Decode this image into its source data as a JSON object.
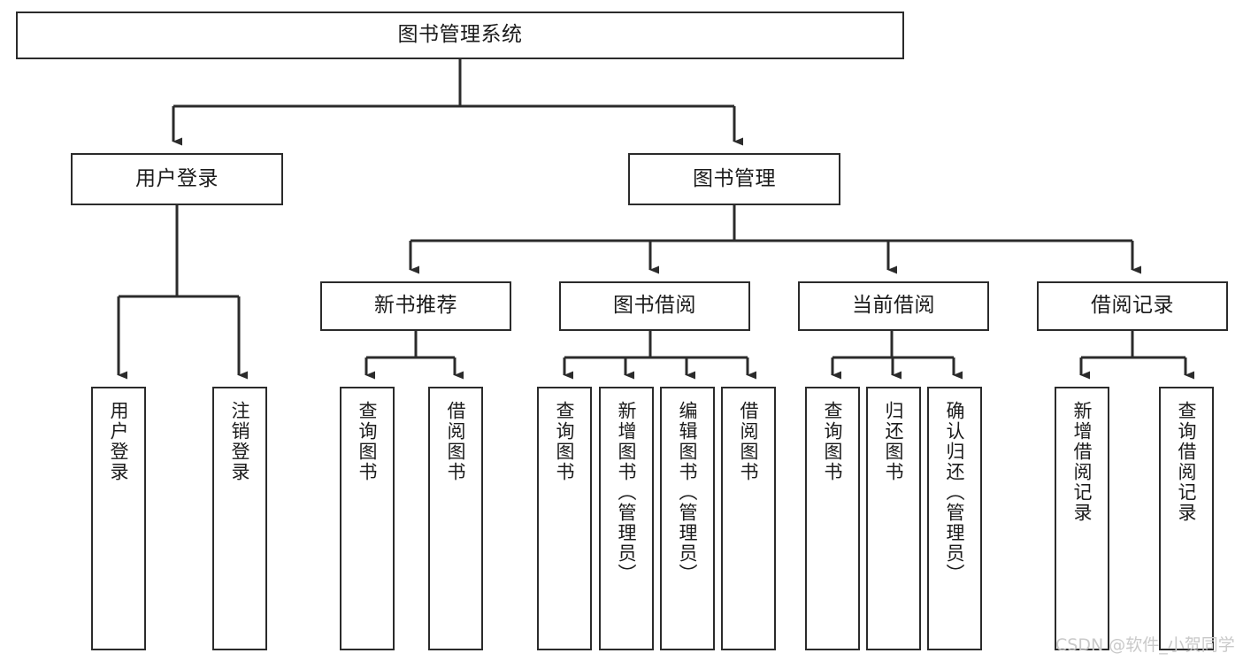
{
  "diagram": {
    "title": "图书管理系统",
    "root": {
      "id": "root",
      "label": "图书管理系统"
    },
    "level2": [
      {
        "id": "user-login",
        "label": "用户登录"
      },
      {
        "id": "book-manage",
        "label": "图书管理"
      }
    ],
    "level3": [
      {
        "id": "new-book-recommend",
        "label": "新书推荐"
      },
      {
        "id": "book-borrow",
        "label": "图书借阅"
      },
      {
        "id": "current-borrow",
        "label": "当前借阅"
      },
      {
        "id": "borrow-record",
        "label": "借阅记录"
      }
    ],
    "leaves": {
      "user_login": [
        {
          "id": "leaf-user-login",
          "label": "用户登录"
        },
        {
          "id": "leaf-logout-login",
          "label": "注销登录"
        }
      ],
      "new_book_recommend": [
        {
          "id": "leaf-query-book-1",
          "label": "查询图书"
        },
        {
          "id": "leaf-borrow-book-1",
          "label": "借阅图书"
        }
      ],
      "book_borrow": [
        {
          "id": "leaf-query-book-2",
          "label": "查询图书"
        },
        {
          "id": "leaf-add-book",
          "label": "新增图书（管理员）"
        },
        {
          "id": "leaf-edit-book",
          "label": "编辑图书（管理员）"
        },
        {
          "id": "leaf-borrow-book-2",
          "label": "借阅图书"
        }
      ],
      "current_borrow": [
        {
          "id": "leaf-query-book-3",
          "label": "查询图书"
        },
        {
          "id": "leaf-return-book",
          "label": "归还图书"
        },
        {
          "id": "leaf-confirm-return",
          "label": "确认归还（管理员）"
        }
      ],
      "borrow_record": [
        {
          "id": "leaf-add-record",
          "label": "新增借阅记录"
        },
        {
          "id": "leaf-query-record",
          "label": "查询借阅记录"
        }
      ]
    }
  },
  "watermark": {
    "text": "CSDN @软件_小贺同学"
  },
  "colors": {
    "line": "#2b2b2b",
    "box_border": "#2b2b2b",
    "background": "#ffffff",
    "text": "#1b1b1b",
    "watermark": "#c9c9c9"
  }
}
